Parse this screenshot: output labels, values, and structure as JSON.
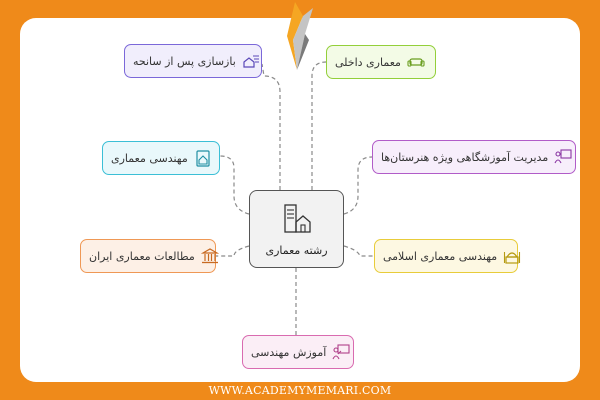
{
  "center": {
    "label": "رشته معماری",
    "icon": "buildings-icon"
  },
  "nodes": {
    "reconstruction": {
      "label": "بازسازی پس از سانحه",
      "icon": "house-wind-icon",
      "color": "#7b68d9"
    },
    "interior": {
      "label": "معماری داخلی",
      "icon": "sofa-icon",
      "color": "#93cf3a"
    },
    "engineering": {
      "label": "مهندسی معماری",
      "icon": "house-clipboard-icon",
      "color": "#3bbfd6"
    },
    "management": {
      "label": "مدیریت آموزشگاهی ویژه هنرستان‌ها",
      "icon": "presentation-people-icon",
      "color": "#b15cc8"
    },
    "studies": {
      "label": "مطالعات معماری ایران",
      "icon": "classical-building-icon",
      "color": "#ef9855"
    },
    "islamic": {
      "label": "مهندسی معماری اسلامی",
      "icon": "mosque-icon",
      "color": "#e8cc3a"
    },
    "education": {
      "label": "آموزش مهندسی",
      "icon": "teacher-board-icon",
      "color": "#d96bb0"
    }
  },
  "footer": {
    "website": "WWW.ACADEMYMEMARI.COM"
  },
  "colors": {
    "frame": "#ef8a1a",
    "panel": "#ffffff"
  }
}
